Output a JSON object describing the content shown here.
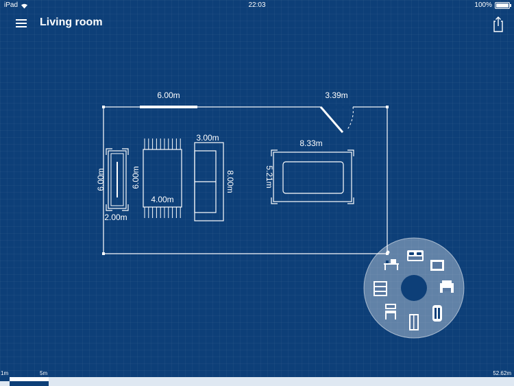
{
  "status_bar": {
    "device": "iPad",
    "time": "22:03",
    "battery": "100%",
    "battery_level": 1.0
  },
  "nav": {
    "title": "Living room"
  },
  "floorplan": {
    "wall_top_left_dimension": "6.00m",
    "door_dimension": "3.39m",
    "items": {
      "side_table": {
        "height": "6.00m",
        "width": "2.00m"
      },
      "rug": {
        "height": "6.00m",
        "width": "4.00m"
      },
      "sofa": {
        "width": "3.00m",
        "height": "8.00m"
      },
      "table": {
        "width": "8.33m",
        "height": "5.21m"
      }
    }
  },
  "furniture_wheel": {
    "icons": [
      "desk-icon",
      "bed-icon",
      "rug-icon",
      "armchair-icon",
      "radiator-icon",
      "door-icon",
      "chair-icon",
      "shelf-icon"
    ]
  },
  "scale_bar": {
    "label_start": "1m",
    "label_mid": "5m",
    "label_end": "52.62m"
  }
}
